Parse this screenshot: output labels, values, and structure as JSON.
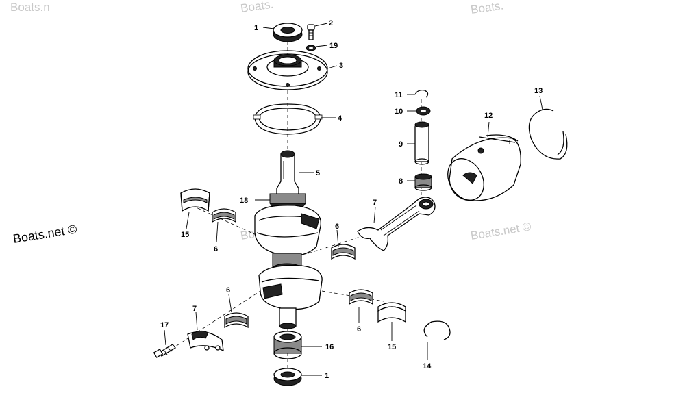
{
  "watermarks": {
    "top_left": "Boats.n",
    "top_center": "Boats.",
    "top_right": "Boats.",
    "left": "Boats.net ©",
    "center": "Boats.net ©",
    "right": "Boats.net ©"
  },
  "callouts": [
    {
      "id": "c1-top",
      "label": "1"
    },
    {
      "id": "c2",
      "label": "2"
    },
    {
      "id": "c19",
      "label": "19"
    },
    {
      "id": "c3",
      "label": "3"
    },
    {
      "id": "c4",
      "label": "4"
    },
    {
      "id": "c5",
      "label": "5"
    },
    {
      "id": "c18",
      "label": "18"
    },
    {
      "id": "c15-left",
      "label": "15"
    },
    {
      "id": "c6-a",
      "label": "6"
    },
    {
      "id": "c6-b",
      "label": "6"
    },
    {
      "id": "c6-c",
      "label": "6"
    },
    {
      "id": "c6-d",
      "label": "6"
    },
    {
      "id": "c7-right",
      "label": "7"
    },
    {
      "id": "c7-left",
      "label": "7"
    },
    {
      "id": "c17",
      "label": "17"
    },
    {
      "id": "c16",
      "label": "16"
    },
    {
      "id": "c1-bottom",
      "label": "1"
    },
    {
      "id": "c15-right",
      "label": "15"
    },
    {
      "id": "c14",
      "label": "14"
    },
    {
      "id": "c11",
      "label": "11"
    },
    {
      "id": "c10",
      "label": "10"
    },
    {
      "id": "c9",
      "label": "9"
    },
    {
      "id": "c8",
      "label": "8"
    },
    {
      "id": "c12",
      "label": "12"
    },
    {
      "id": "c13",
      "label": "13"
    }
  ]
}
